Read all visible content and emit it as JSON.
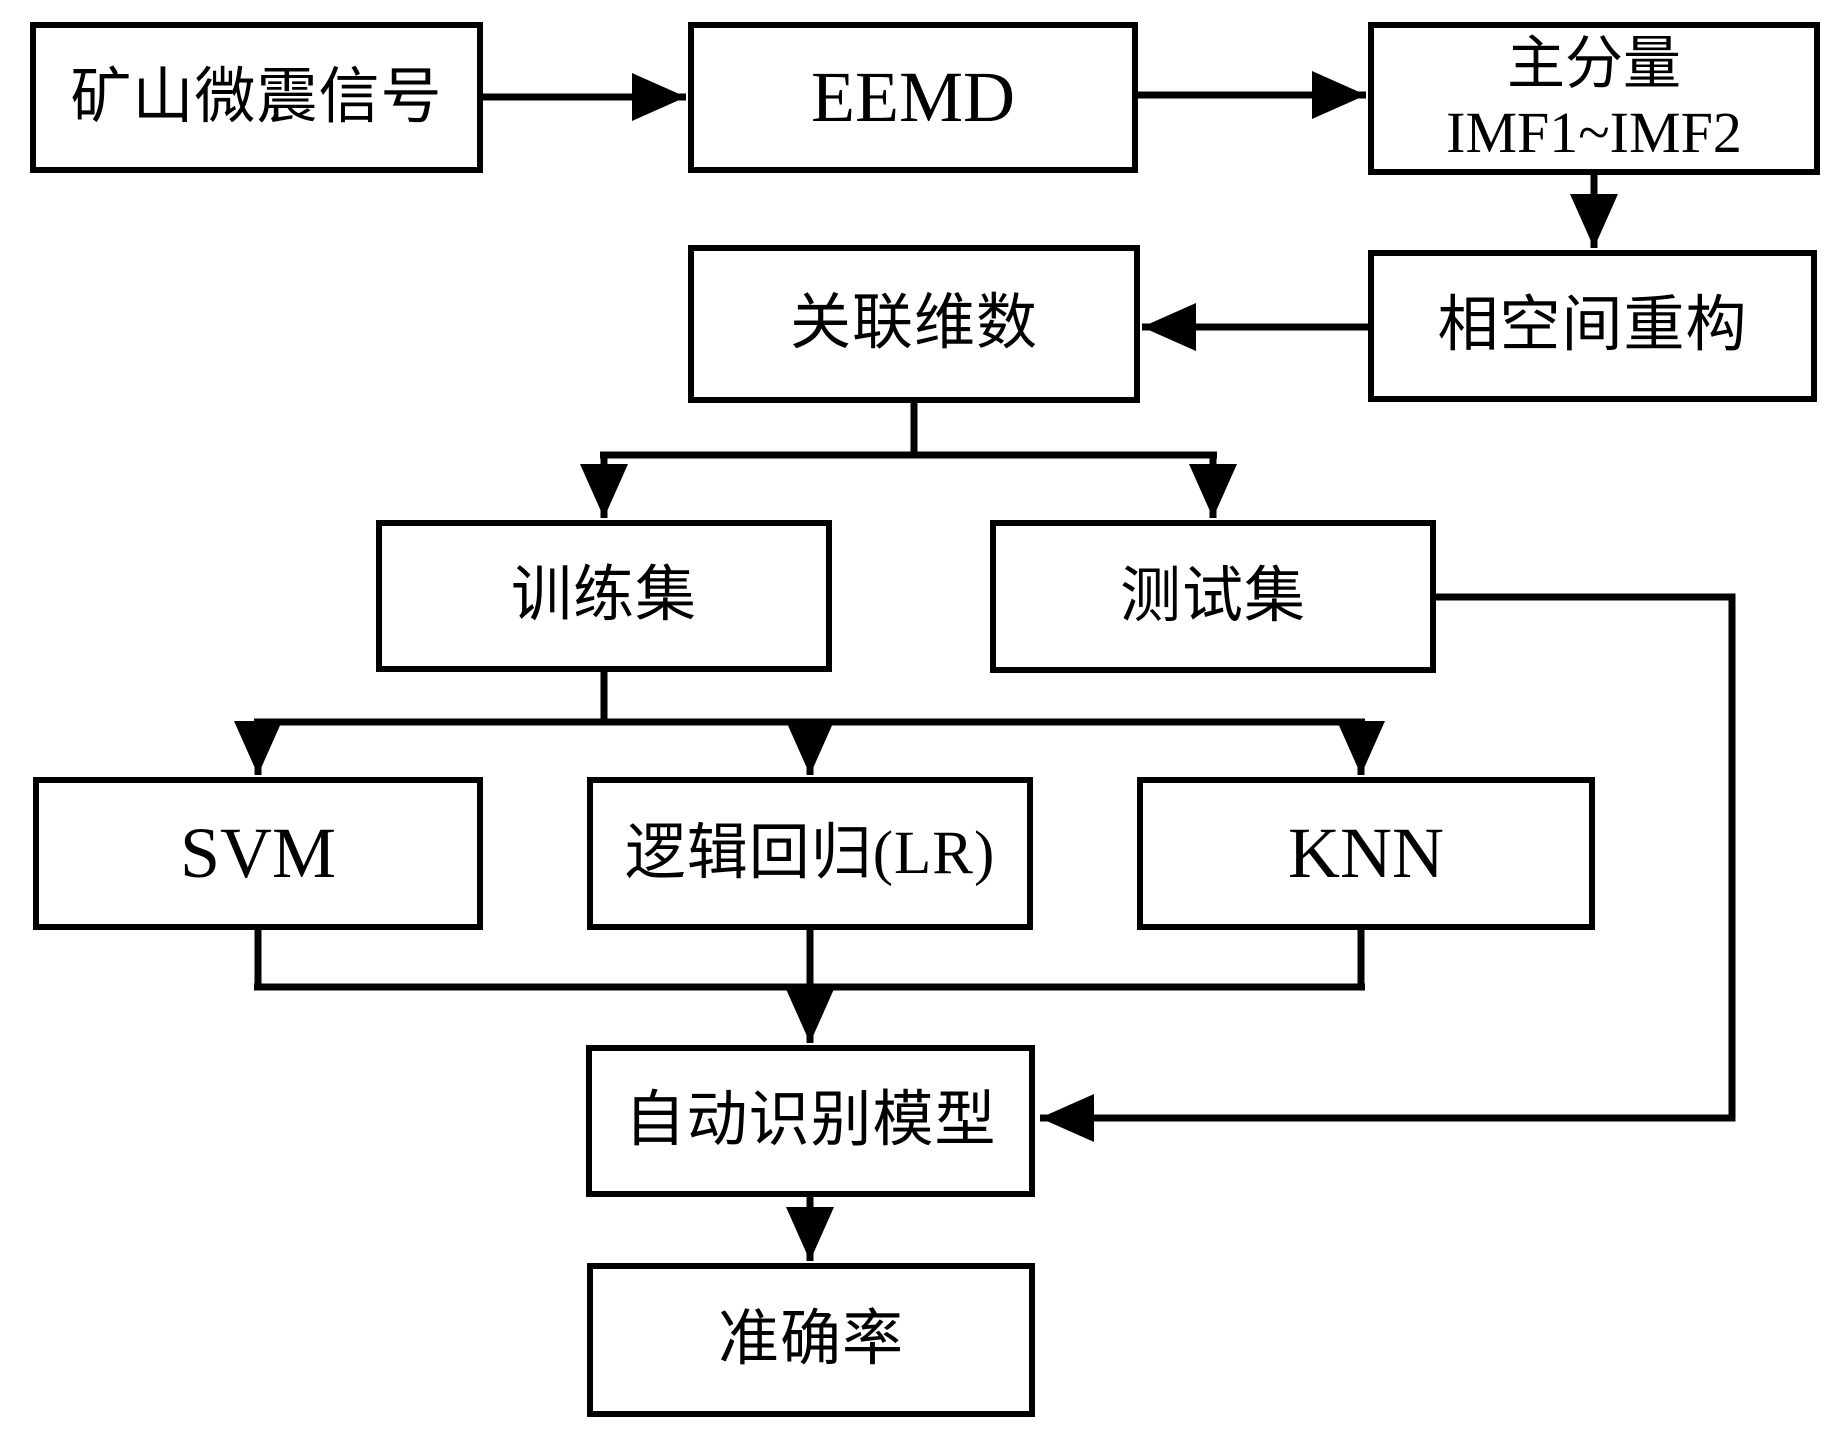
{
  "diagram": {
    "type": "flowchart",
    "colors": {
      "background": "#ffffff",
      "line": "#000000",
      "text": "#000000"
    },
    "nodes": {
      "signal": {
        "label": "矿山微震信号"
      },
      "eemd": {
        "label": "EEMD"
      },
      "principal_components": {
        "label_line1": "主分量",
        "label_line2": "IMF1~IMF2"
      },
      "phase_space": {
        "label": "相空间重构"
      },
      "correlation_dimension": {
        "label": "关联维数"
      },
      "training_set": {
        "label": "训练集"
      },
      "test_set": {
        "label": "测试集"
      },
      "svm": {
        "label": "SVM"
      },
      "logistic_regression": {
        "label": "逻辑回归(LR)"
      },
      "knn": {
        "label": "KNN"
      },
      "recognition_model": {
        "label": "自动识别模型"
      },
      "accuracy": {
        "label": "准确率"
      }
    },
    "edges": [
      "signal -> eemd",
      "eemd -> principal_components",
      "principal_components -> phase_space",
      "phase_space -> correlation_dimension",
      "correlation_dimension -> training_set",
      "correlation_dimension -> test_set",
      "training_set -> svm",
      "training_set -> logistic_regression",
      "training_set -> knn",
      "svm -> recognition_model",
      "logistic_regression -> recognition_model",
      "knn -> recognition_model",
      "test_set -> recognition_model",
      "recognition_model -> accuracy"
    ]
  }
}
